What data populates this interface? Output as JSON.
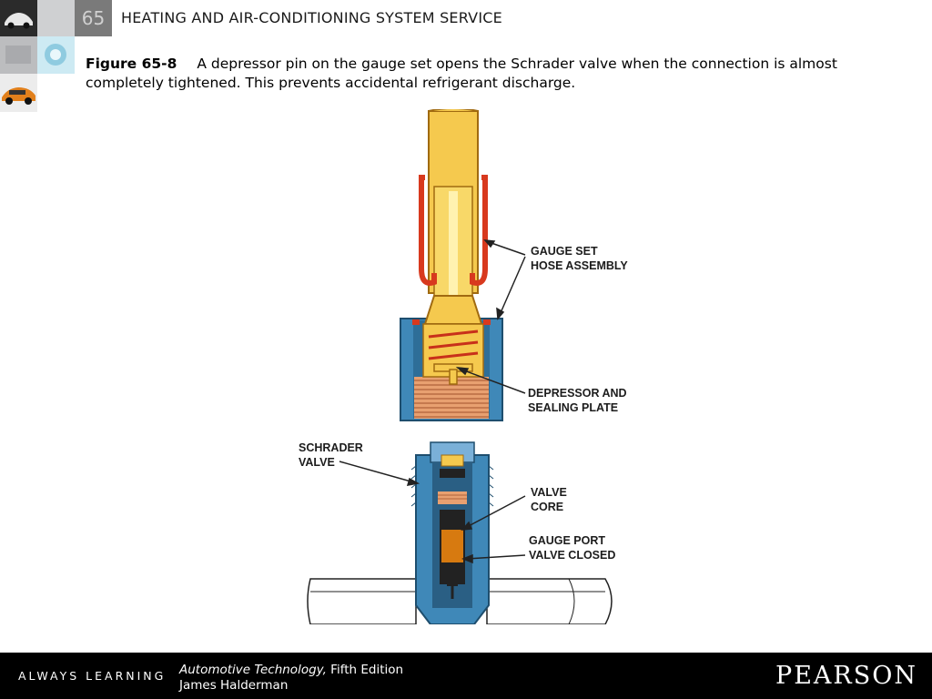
{
  "header": {
    "chapter_number": "65",
    "chapter_title": "HEATING AND AIR-CONDITIONING SYSTEM SERVICE"
  },
  "caption": {
    "figure_label": "Figure 65-8",
    "text": "A depressor pin on the gauge set opens the Schrader valve when the connection is almost completely tightened. This prevents accidental refrigerant discharge."
  },
  "figure": {
    "callouts": {
      "gauge_set_1": "GAUGE SET",
      "gauge_set_2": "HOSE ASSEMBLY",
      "depressor_1": "DEPRESSOR AND",
      "depressor_2": "SEALING PLATE",
      "schrader_1": "SCHRADER",
      "schrader_2": "VALVE",
      "valve_core_1": "VALVE",
      "valve_core_2": "CORE",
      "gauge_port_1": "GAUGE PORT",
      "gauge_port_2": "VALVE CLOSED"
    },
    "colors": {
      "hose": "#f5c94e",
      "hose_outline": "#a06a10",
      "coupler": "#3f88b8",
      "threads": "#e8a070",
      "red": "#d8391e",
      "port_body": "#3f88b8",
      "core_orange": "#d77a10"
    }
  },
  "footer": {
    "tagline": "ALWAYS LEARNING",
    "book_title": "Automotive Technology,",
    "edition": " Fifth Edition",
    "author": "James Halderman",
    "publisher": "PEARSON"
  }
}
